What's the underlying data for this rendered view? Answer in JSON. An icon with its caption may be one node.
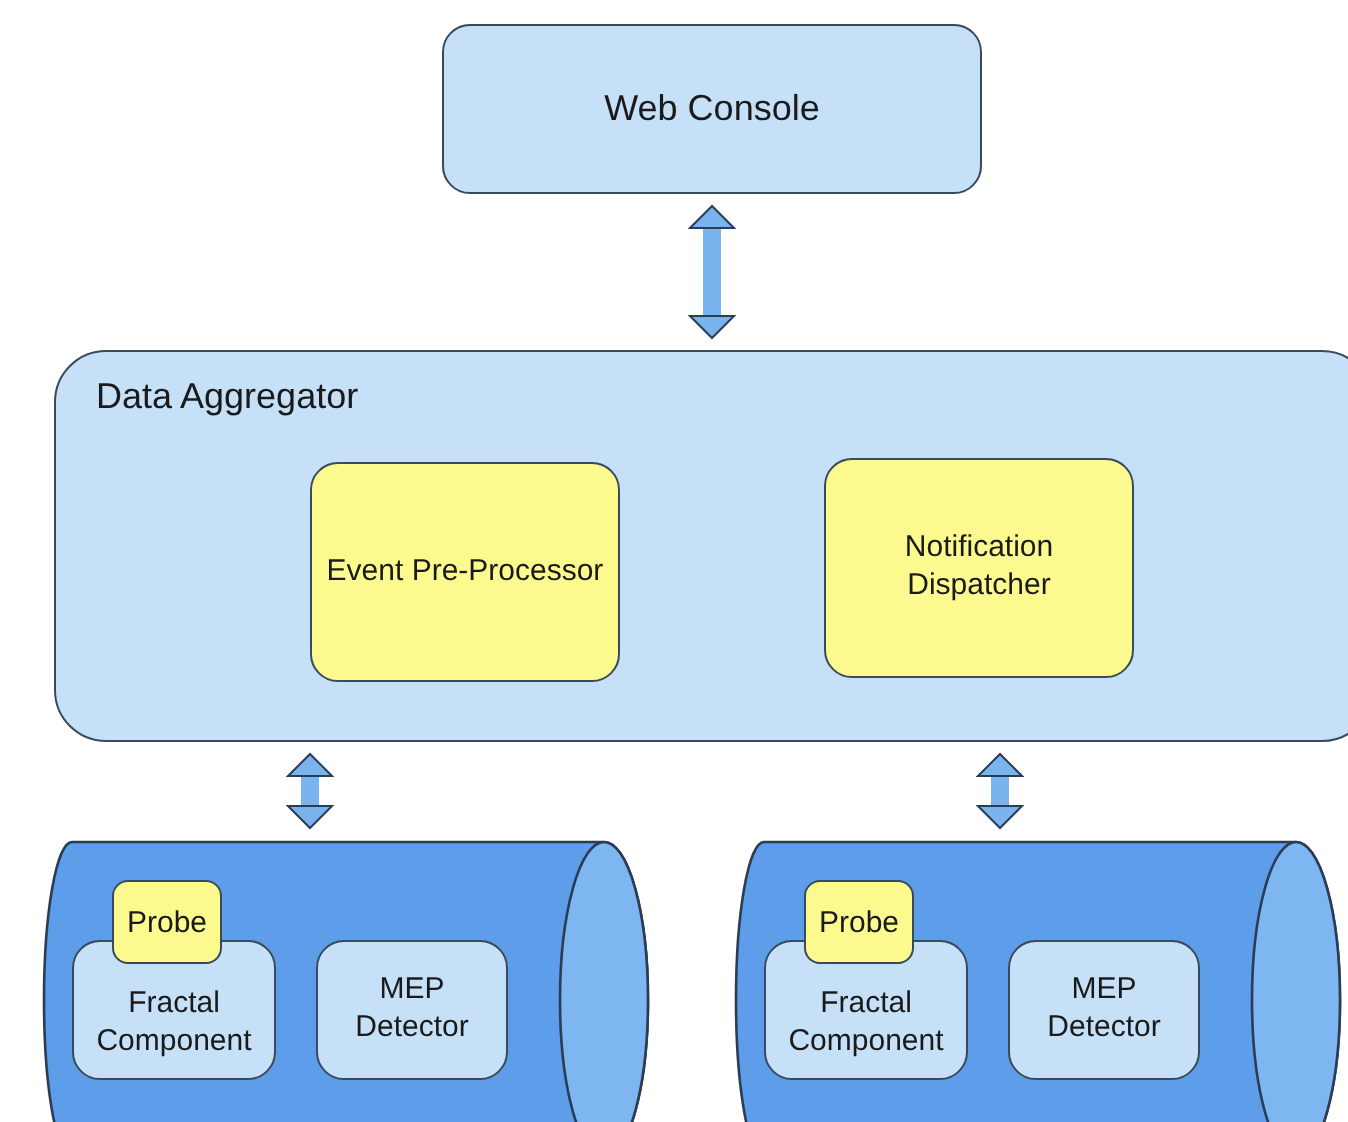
{
  "diagram": {
    "nodes": [
      {
        "text": [
          "Web Console"
        ]
      },
      {
        "text": [
          "Data Aggregator"
        ]
      },
      {
        "text": [
          "Event Pre-Processor"
        ],
        "in": 1
      },
      {
        "text": [
          "Notification Dispatcher"
        ],
        "in": 1
      },
      {
        "text": [],
        "shape": "cylinder"
      },
      {
        "text": [
          "Fractal Component"
        ],
        "in": 4
      },
      {
        "text": [
          "Probe"
        ],
        "in": 4
      },
      {
        "text": [
          "MEP Detector"
        ],
        "in": 4
      },
      {
        "text": [],
        "shape": "cylinder"
      },
      {
        "text": [
          "Fractal Component"
        ],
        "in": 8
      },
      {
        "text": [
          "Probe"
        ],
        "in": 8
      },
      {
        "text": [
          "MEP Detector"
        ],
        "in": 8
      }
    ],
    "edges": [
      {
        "from": 0,
        "to": 1,
        "arrow": "both"
      },
      {
        "from": 1,
        "to": 4,
        "arrow": "both"
      },
      {
        "from": 1,
        "to": 8,
        "arrow": "both"
      }
    ]
  }
}
